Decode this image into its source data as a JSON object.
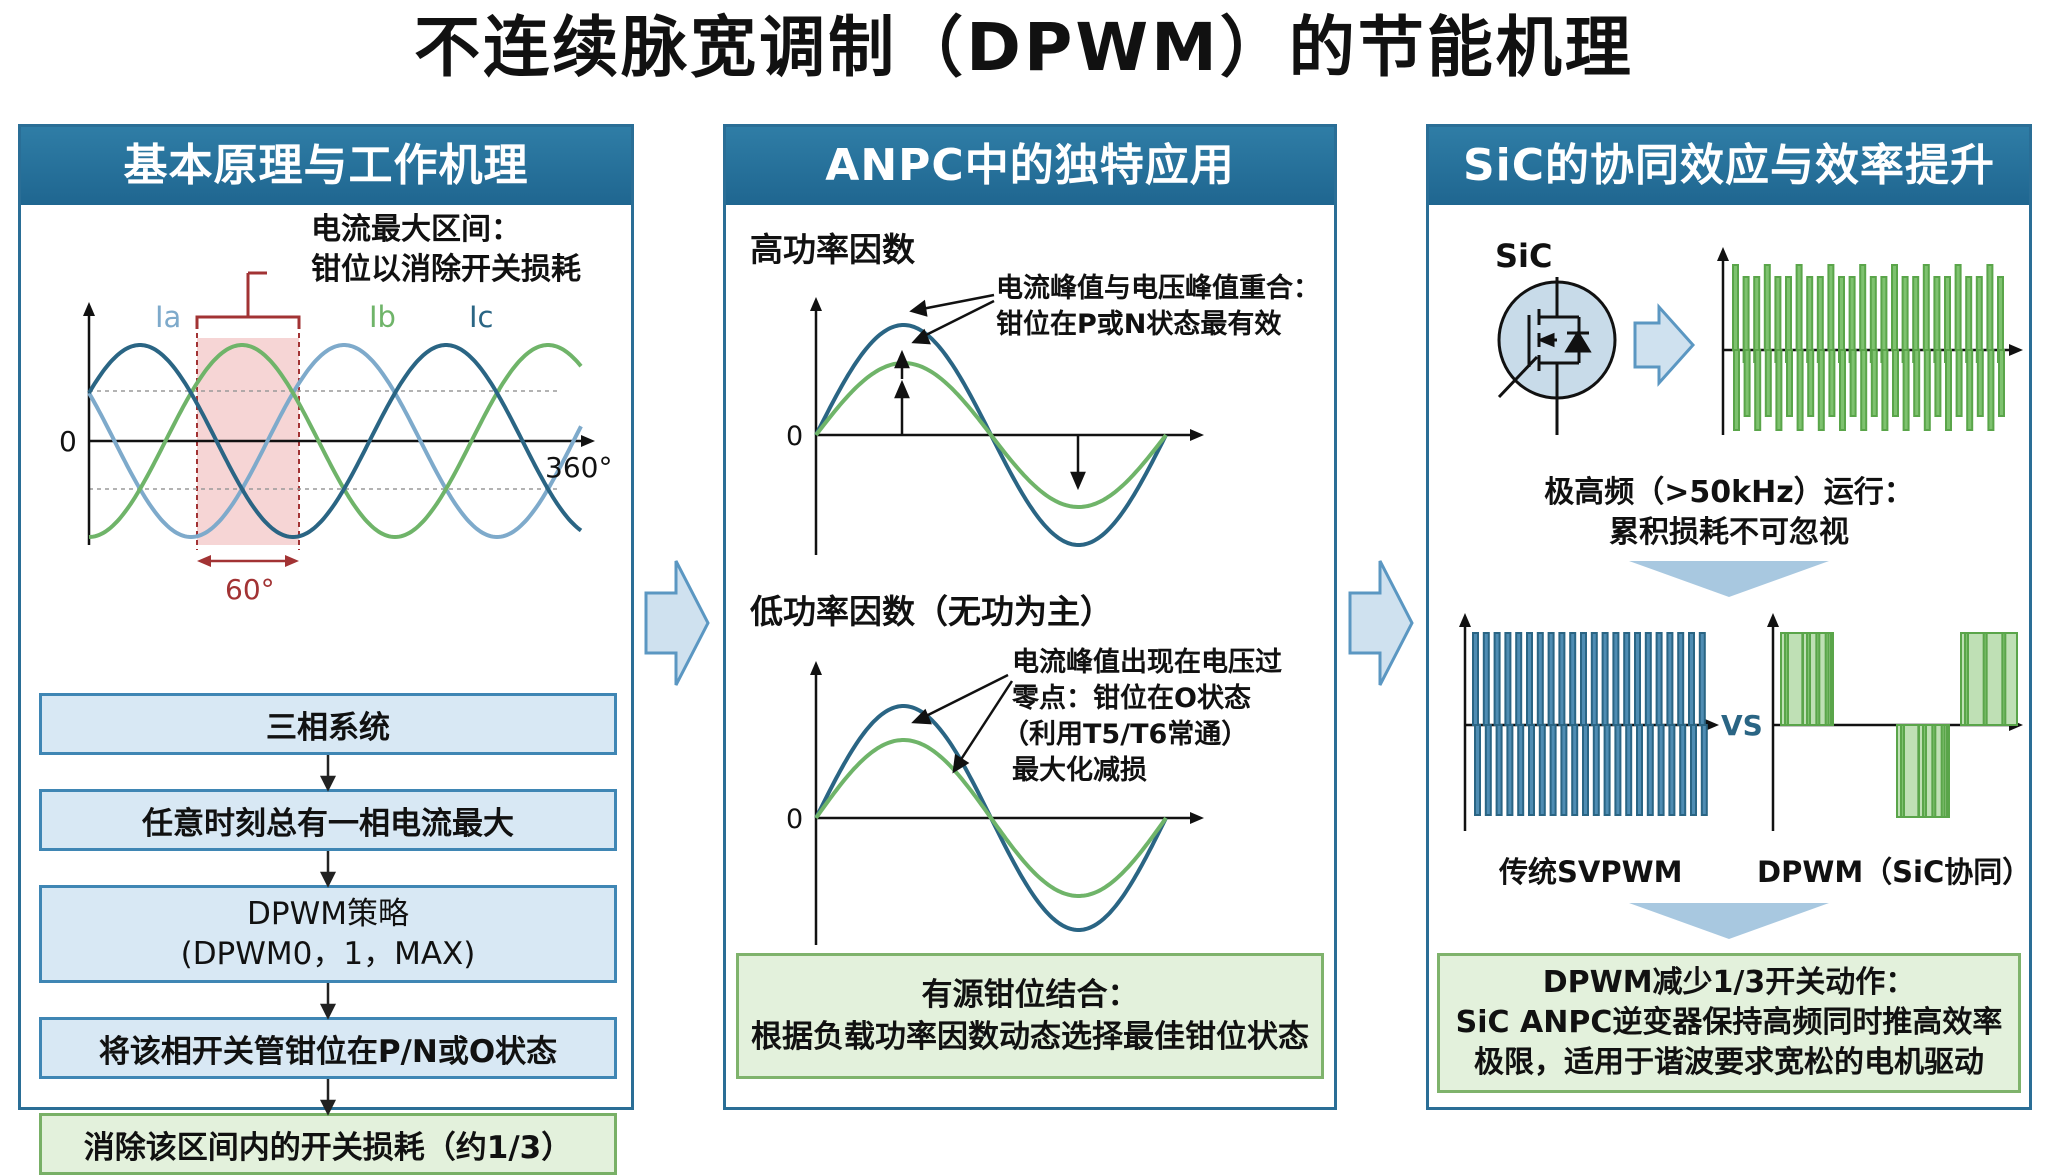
{
  "title": "不连续脉宽调制（DPWM）的节能机理",
  "colors": {
    "header_bg": "#2a6e96",
    "phase_a": "#7eaacb",
    "phase_b": "#2a6584",
    "phase_c": "#6fb469",
    "highlight": "#f6d5d5",
    "bracket": "#a23334",
    "flow_box": "#d8e8f4",
    "note_box": "#e3f1dc"
  },
  "panel1": {
    "header": "基本原理与工作机理",
    "chart": {
      "bracket_label_line1": "电流最大区间：",
      "bracket_label_line2": "钳位以消除开关损耗",
      "label_ia": "Ia",
      "label_ib": "Ib",
      "label_ic": "Ic",
      "zero": "0",
      "x_end": "360°",
      "angle": "60°"
    },
    "flow": [
      {
        "text": "三相系统"
      },
      {
        "text": "任意时刻总有一相电流最大"
      },
      {
        "line1": "DPWM策略",
        "line2": "(DPWM0，1，MAX)"
      },
      {
        "text": "将该相开关管钳位在P/N或O状态"
      },
      {
        "text": "消除该区间内的开关损耗（约1/3）"
      }
    ]
  },
  "panel2": {
    "header": "ANPC中的独特应用",
    "high_pf": {
      "title": "高功率因数",
      "note_line1": "电流峰值与电压峰值重合：",
      "note_line2": "钳位在P或N状态最有效",
      "zero": "0"
    },
    "low_pf": {
      "title": "低功率因数（无功为主）",
      "note_line1": "电流峰值出现在电压过",
      "note_line2": "零点：钳位在O状态",
      "note_line3": "（利用T5/T6常通）",
      "note_line4": "最大化减损",
      "zero": "0"
    },
    "bottom_line1": "有源钳位结合：",
    "bottom_line2": "根据负载功率因数动态选择最佳钳位状态"
  },
  "panel3": {
    "header": "SiC的协同效应与效率提升",
    "sic_label": "SiC",
    "freq_line1": "极高频（>50kHz）运行：",
    "freq_line2": "累积损耗不可忽视",
    "vs": "VS",
    "label_svpwm": "传统SVPWM",
    "label_dpwm": "DPWM（SiC协同）",
    "bottom_line1": "DPWM减少1/3开关动作：",
    "bottom_line2": "SiC ANPC逆变器保持高频同时推高效率",
    "bottom_line3": "极限，适用于谐波要求宽松的电机驱动"
  }
}
